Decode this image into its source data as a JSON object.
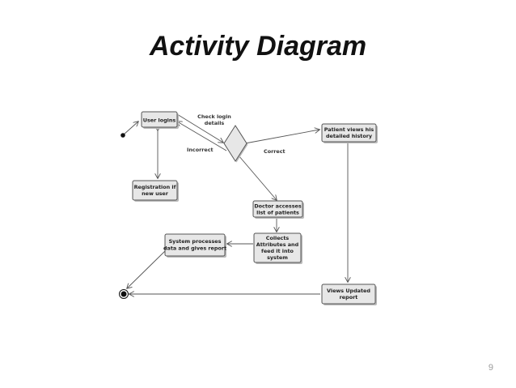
{
  "slide": {
    "title": "Activity Diagram",
    "page_number": "9"
  },
  "diagram": {
    "nodes": {
      "user_logins": "User logins",
      "check_login_line1": "Check login",
      "check_login_line2": "details",
      "registration_line1": "Registration if",
      "registration_line2": "new user",
      "patient_views_line1": "Patient views his",
      "patient_views_line2": "detailed history",
      "doctor_accesses_line1": "Doctor accesses",
      "doctor_accesses_line2": "list of patients",
      "collects_line1": "Collects",
      "collects_line2": "Attributes and",
      "collects_line3": "feed it into",
      "collects_line4": "system",
      "system_processes_line1": "System processes",
      "system_processes_line2": "data and gives report",
      "views_updated_line1": "Views Updated",
      "views_updated_line2": "report"
    },
    "edges": {
      "incorrect": "Incorrect",
      "correct": "Correct"
    },
    "colors": {
      "box_fill": "#e7e7e7",
      "box_stroke": "#555555",
      "line": "#555555"
    }
  }
}
